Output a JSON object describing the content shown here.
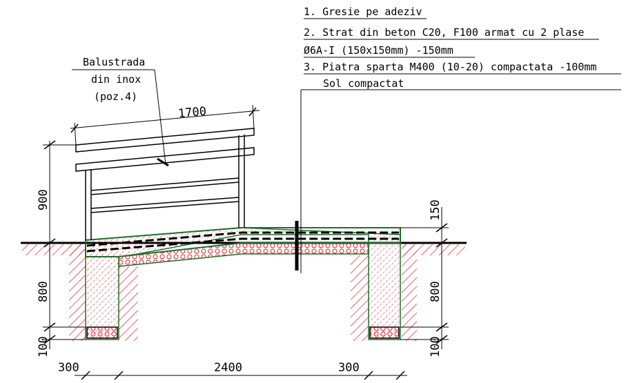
{
  "notes": {
    "line1": "1. Gresie pe adeziv",
    "line2": "2. Strat din beton C20, F100 armat cu 2 plase",
    "line3": "Ø6A-I (150x150mm) -150mm",
    "line4": "3. Piatra sparta M400 (10-20) compactata -100mm",
    "line5": "Sol compactat"
  },
  "balustrade": {
    "line1": "Balustrada",
    "line2": "din inox",
    "line3": "(poz.4)"
  },
  "dimensions": {
    "railing_length": "1700",
    "railing_height": "900",
    "left_depth": "800",
    "left_base": "100",
    "slab_thickness": "150",
    "right_depth": "800",
    "right_base": "100",
    "left_width": "300",
    "span": "2400",
    "right_width": "300"
  },
  "colors": {
    "line": "#000000",
    "hatch_red": "#e0202a",
    "concrete_green": "#1e6e2a"
  }
}
